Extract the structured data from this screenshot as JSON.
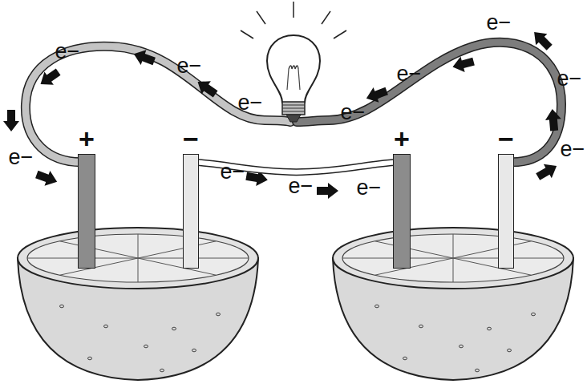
{
  "diagram": {
    "nodes": [
      {
        "text": [
          "+"
        ]
      },
      {
        "text": [
          "−"
        ]
      },
      {
        "text": [
          "+"
        ]
      },
      {
        "text": [
          "−"
        ]
      }
    ],
    "edges": [
      {
        "from": 1,
        "to": 2,
        "arrow": "none"
      }
    ],
    "labels": [
      "e−",
      "e−",
      "e−",
      "e−",
      "e−",
      "e−",
      "e−",
      "e−",
      "e−",
      "e−",
      "e−",
      "e−"
    ]
  }
}
